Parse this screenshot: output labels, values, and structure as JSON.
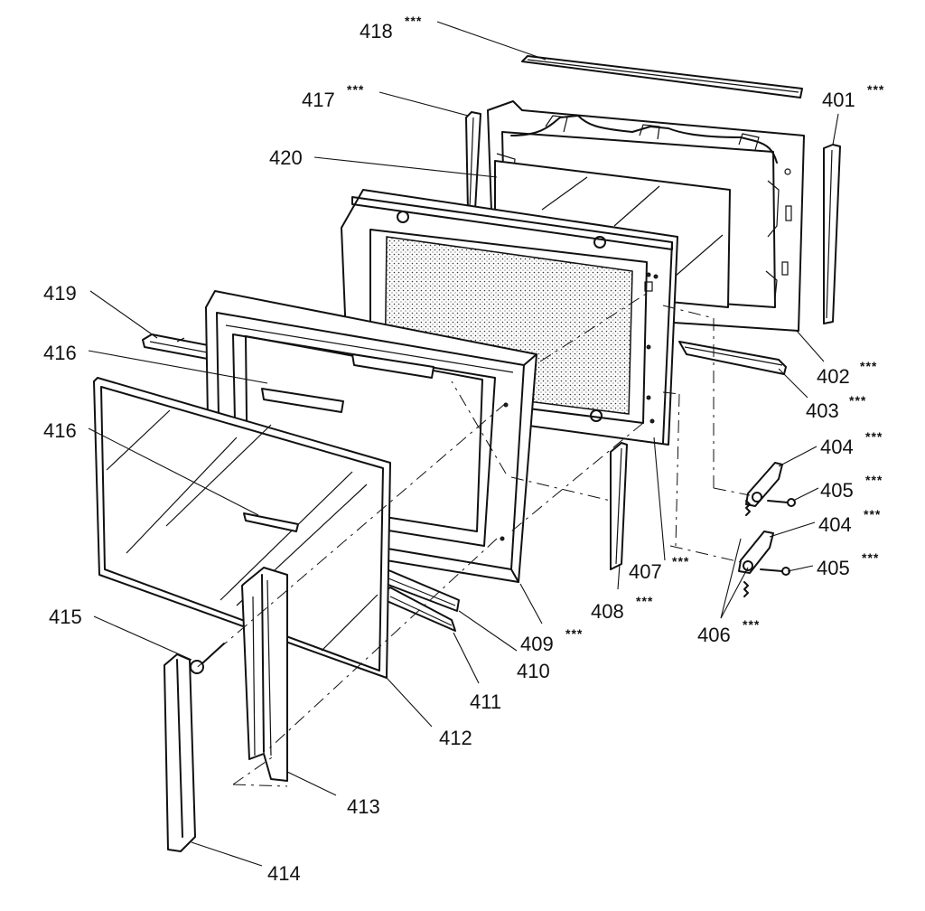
{
  "diagram": {
    "labels": [
      {
        "id": "418",
        "text": "418",
        "stars": "***"
      },
      {
        "id": "417",
        "text": "417",
        "stars": "***"
      },
      {
        "id": "401",
        "text": "401",
        "stars": "***"
      },
      {
        "id": "420",
        "text": "420",
        "stars": ""
      },
      {
        "id": "419",
        "text": "419",
        "stars": ""
      },
      {
        "id": "416a",
        "text": "416",
        "stars": ""
      },
      {
        "id": "416b",
        "text": "416",
        "stars": ""
      },
      {
        "id": "402",
        "text": "402",
        "stars": "***"
      },
      {
        "id": "403",
        "text": "403",
        "stars": "***"
      },
      {
        "id": "404a",
        "text": "404",
        "stars": "***"
      },
      {
        "id": "405a",
        "text": "405",
        "stars": "***"
      },
      {
        "id": "404b",
        "text": "404",
        "stars": "***"
      },
      {
        "id": "405b",
        "text": "405",
        "stars": "***"
      },
      {
        "id": "407",
        "text": "407",
        "stars": "***"
      },
      {
        "id": "408",
        "text": "408",
        "stars": "***"
      },
      {
        "id": "406",
        "text": "406",
        "stars": "***"
      },
      {
        "id": "409",
        "text": "409",
        "stars": "***"
      },
      {
        "id": "410",
        "text": "410",
        "stars": ""
      },
      {
        "id": "411",
        "text": "411",
        "stars": ""
      },
      {
        "id": "415",
        "text": "415",
        "stars": ""
      },
      {
        "id": "412",
        "text": "412",
        "stars": ""
      },
      {
        "id": "413",
        "text": "413",
        "stars": ""
      },
      {
        "id": "414",
        "text": "414",
        "stars": ""
      }
    ]
  }
}
